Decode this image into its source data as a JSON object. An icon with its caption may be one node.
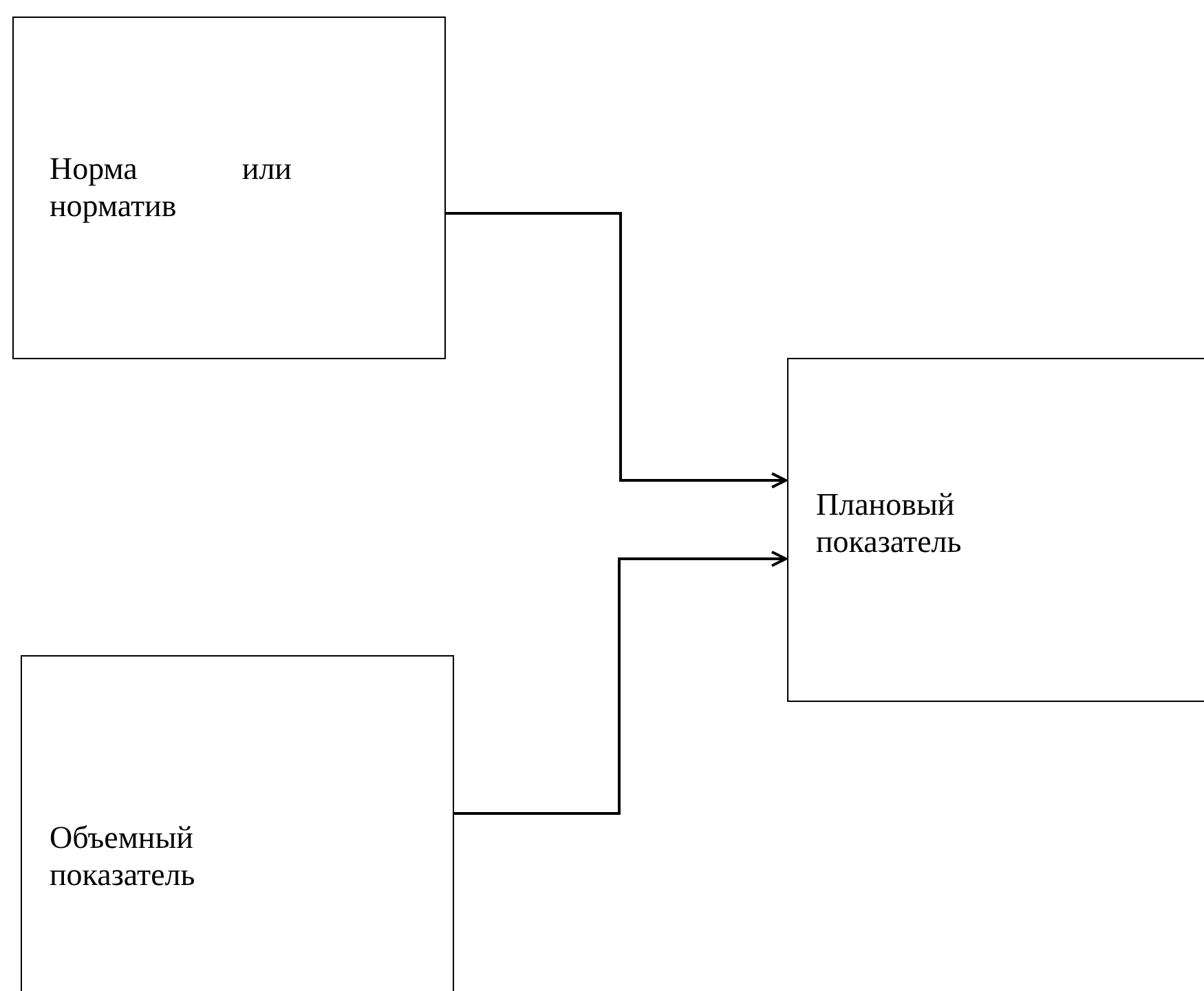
{
  "diagram": {
    "nodes": [
      {
        "text": [
          "Норма или норматив"
        ]
      },
      {
        "text": [
          "Плановый показатель"
        ]
      },
      {
        "text": [
          "Объемный показатель"
        ]
      }
    ],
    "edges": [
      {
        "from": 0,
        "to": 1,
        "arrow": "to"
      },
      {
        "from": 2,
        "to": 1,
        "arrow": "to"
      }
    ]
  }
}
